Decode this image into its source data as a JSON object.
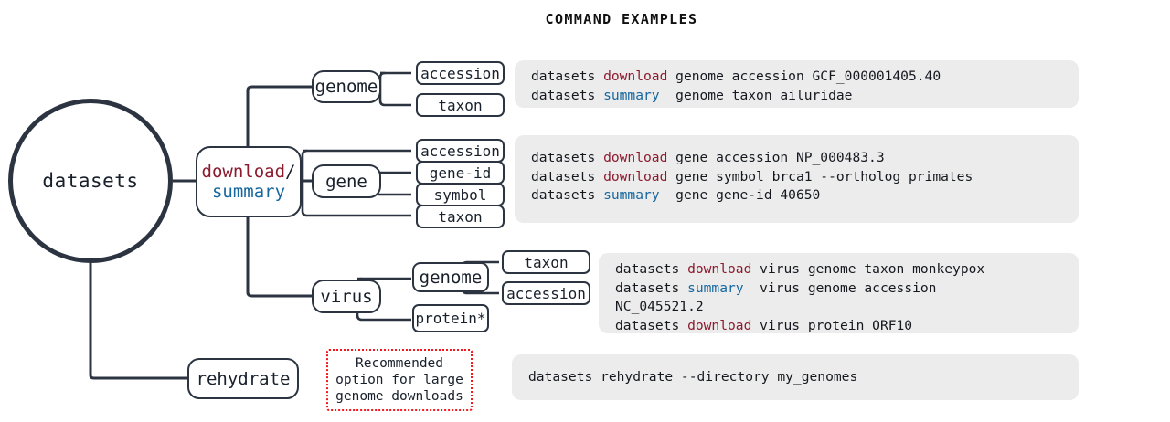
{
  "title": "COMMAND EXAMPLES",
  "root": {
    "label": "datasets"
  },
  "nodes": {
    "command": {
      "download": "download",
      "separator": "/",
      "summary": "summary"
    },
    "genome": {
      "label": "genome"
    },
    "gene": {
      "label": "gene"
    },
    "virus": {
      "label": "virus"
    },
    "rehydrate": {
      "label": "rehydrate"
    },
    "virus_genome": {
      "label": "genome"
    },
    "virus_protein": {
      "label": "protein*"
    }
  },
  "leaves": {
    "genome_accession": "accession",
    "genome_taxon": "taxon",
    "gene_accession": "accession",
    "gene_geneid": "gene-id",
    "gene_symbol": "symbol",
    "gene_taxon": "taxon",
    "virus_taxon": "taxon",
    "virus_accession": "accession"
  },
  "note": {
    "line1": "Recommended",
    "line2": "option for large",
    "line3": "genome downloads"
  },
  "panels": {
    "genome": [
      {
        "pre": "datasets ",
        "kw": "download",
        "kwtype": "download",
        "post": " genome accession GCF_000001405.40"
      },
      {
        "pre": "datasets ",
        "kw": "summary",
        "kwtype": "summary",
        "post": "  genome taxon ailuridae"
      }
    ],
    "gene": [
      {
        "pre": "datasets ",
        "kw": "download",
        "kwtype": "download",
        "post": " gene accession NP_000483.3"
      },
      {
        "pre": "datasets ",
        "kw": "download",
        "kwtype": "download",
        "post": " gene symbol brca1 --ortholog primates"
      },
      {
        "pre": "datasets ",
        "kw": "summary",
        "kwtype": "summary",
        "post": "  gene gene-id 40650"
      }
    ],
    "virus": [
      {
        "pre": "datasets ",
        "kw": "download",
        "kwtype": "download",
        "post": " virus genome taxon monkeypox"
      },
      {
        "pre": "datasets ",
        "kw": "summary",
        "kwtype": "summary",
        "post": "  virus genome accession"
      },
      {
        "pre": "NC_045521.2",
        "kw": "",
        "kwtype": "none",
        "post": ""
      },
      {
        "pre": "datasets ",
        "kw": "download",
        "kwtype": "download",
        "post": " virus protein ORF10"
      }
    ],
    "rehydrate": [
      {
        "pre": "datasets rehydrate --directory my_genomes",
        "kw": "",
        "kwtype": "none",
        "post": ""
      }
    ]
  },
  "colors": {
    "download": "#8c1b2e",
    "summary": "#17679f",
    "stroke": "#2b3440",
    "panel_bg": "#ececec",
    "note_border": "#f4171c"
  }
}
